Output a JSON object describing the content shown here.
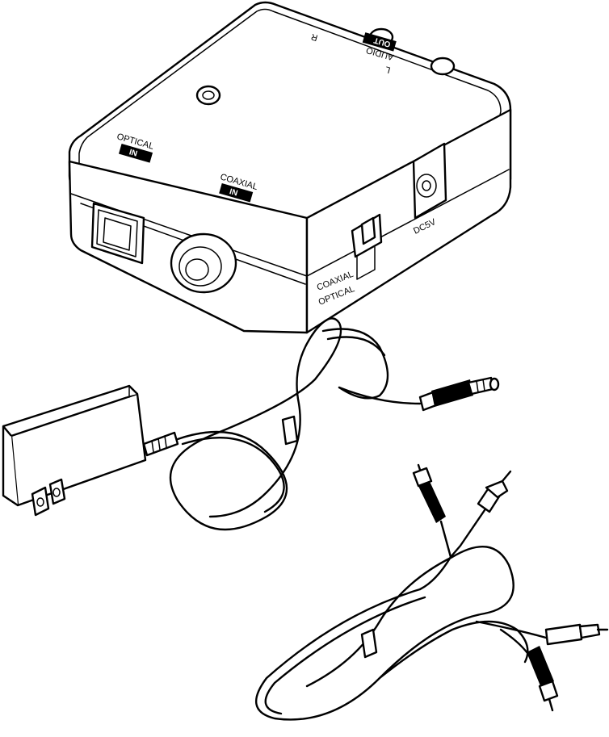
{
  "labels": {
    "optical_in": "OPTICAL",
    "optical_in_badge": "IN",
    "coaxial_in": "COAXIAL",
    "coaxial_in_badge": "IN",
    "audio_out": "AUDIO",
    "audio_out_badge": "OUT",
    "left_channel": "L",
    "right_channel": "R",
    "switch_coaxial": "COAXIAL",
    "switch_optical": "OPTICAL",
    "power_rating": "DC5V"
  },
  "icons": [
    "converter-box-icon",
    "power-adapter-icon",
    "audio-jack-cable-icon",
    "rca-cable-icon"
  ]
}
